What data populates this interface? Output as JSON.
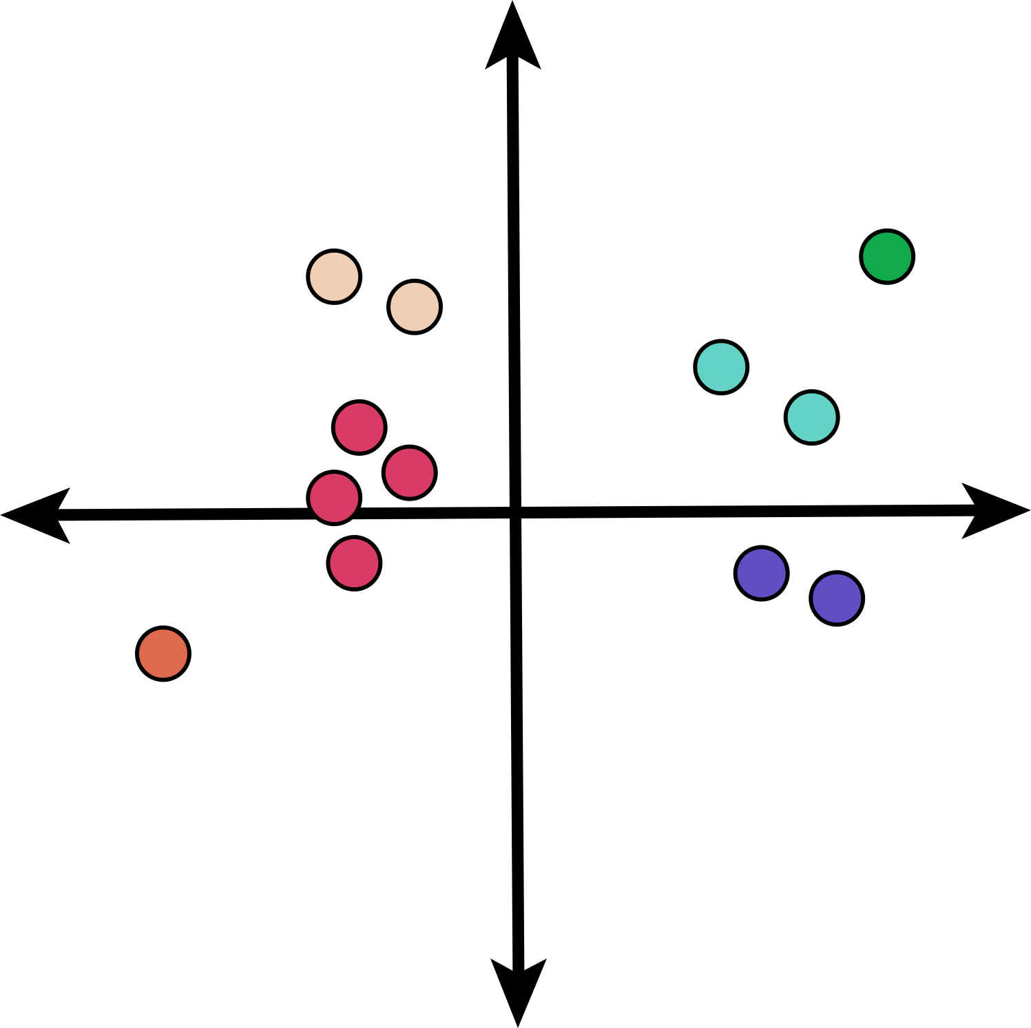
{
  "chart_data": {
    "type": "scatter",
    "title": "",
    "xlabel": "",
    "ylabel": "",
    "xlim": [
      -10,
      10
    ],
    "ylim": [
      -10,
      10
    ],
    "grid": false,
    "legend": "none",
    "axis_color": "#000000",
    "point_outline_color": "#000000",
    "series": [
      {
        "color": "#EFCFB5",
        "points": [
          {
            "x": -3.6,
            "y": 4.7
          },
          {
            "x": -2.0,
            "y": 4.1
          }
        ]
      },
      {
        "color": "#D83B63",
        "points": [
          {
            "x": -3.1,
            "y": 1.7
          },
          {
            "x": -2.1,
            "y": 0.8
          },
          {
            "x": -3.6,
            "y": 0.3
          },
          {
            "x": -3.2,
            "y": -1.0
          }
        ]
      },
      {
        "color": "#DF694E",
        "points": [
          {
            "x": -7.0,
            "y": -2.8
          }
        ]
      },
      {
        "color": "#12A94B",
        "points": [
          {
            "x": 7.4,
            "y": 5.1
          }
        ]
      },
      {
        "color": "#64D3C5",
        "points": [
          {
            "x": 4.1,
            "y": 2.9
          },
          {
            "x": 5.9,
            "y": 1.9
          }
        ]
      },
      {
        "color": "#604EC5",
        "points": [
          {
            "x": 4.9,
            "y": -1.2
          },
          {
            "x": 6.4,
            "y": -1.7
          }
        ]
      }
    ]
  }
}
